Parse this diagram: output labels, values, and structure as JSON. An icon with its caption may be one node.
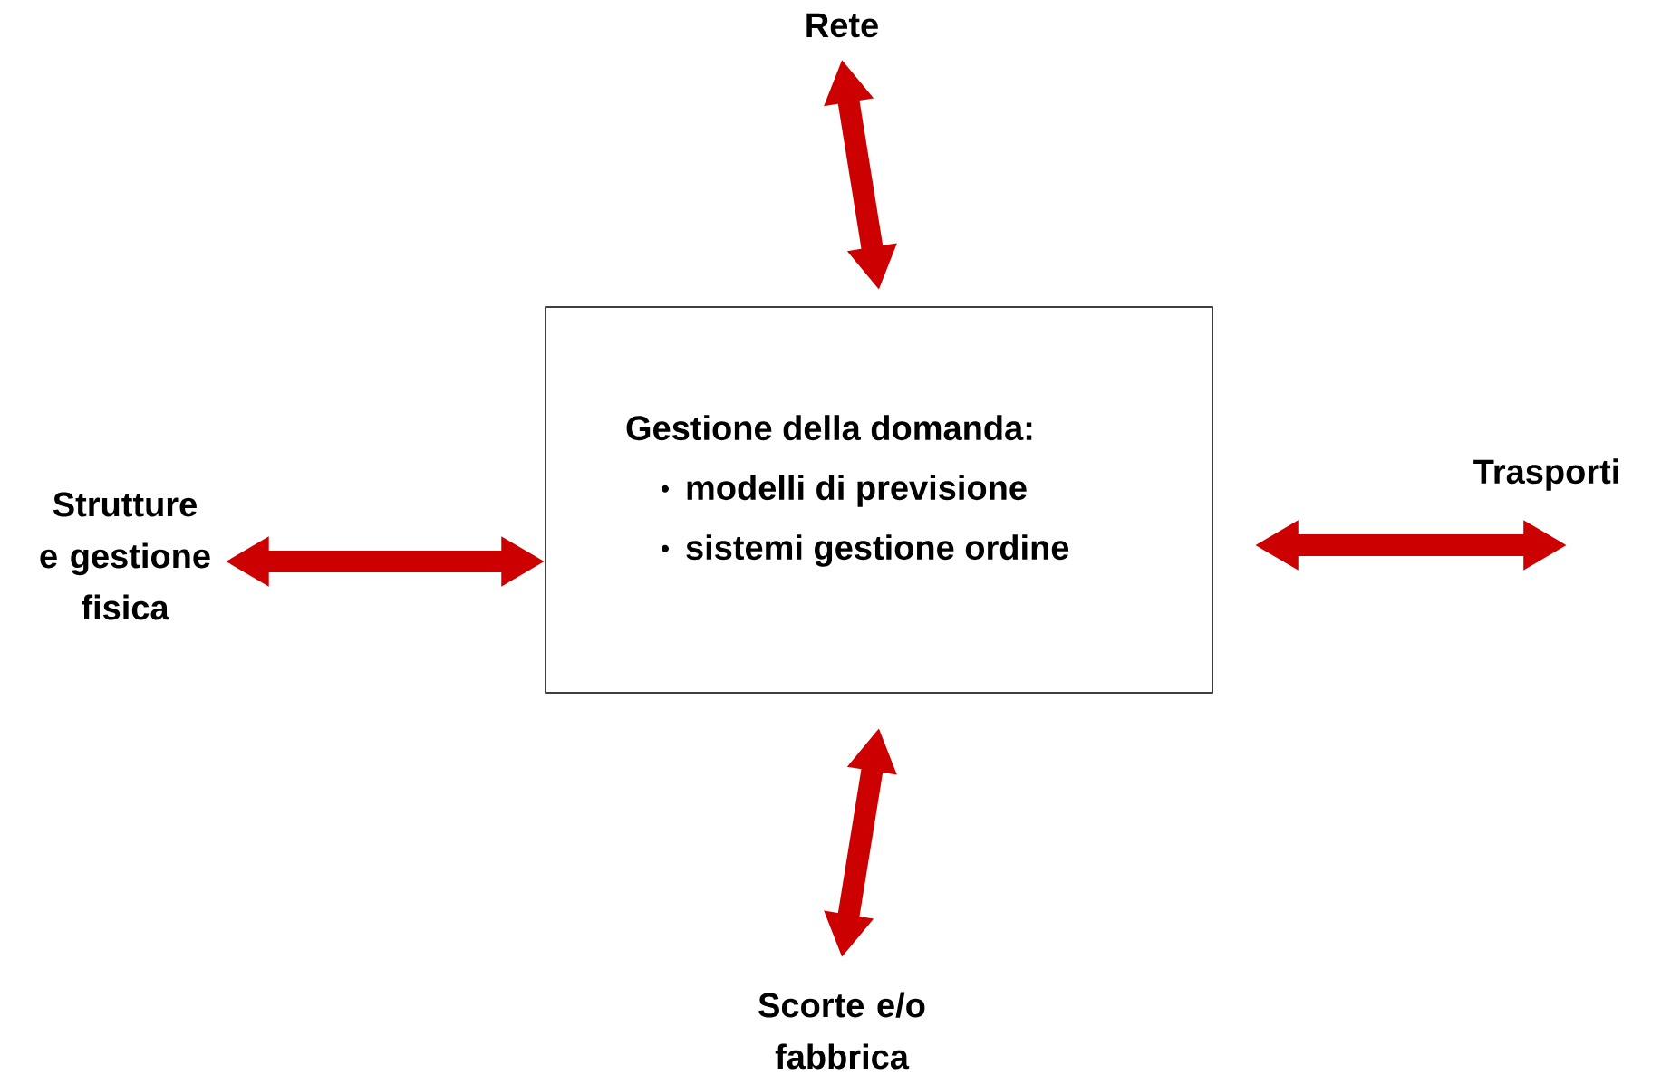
{
  "diagram": {
    "nodes": [
      {
        "text": [
          "Gestione della domanda:",
          "modelli di previsione",
          "sistemi gestione ordine"
        ]
      },
      {
        "text": [
          "Rete"
        ]
      },
      {
        "text": [
          "Strutture e gestione fisica"
        ]
      },
      {
        "text": [
          "Trasporti"
        ]
      },
      {
        "text": [
          "Scorte e/o fabbrica"
        ]
      }
    ],
    "edges": [
      {
        "from": 0,
        "to": 1,
        "arrow": "both"
      },
      {
        "from": 0,
        "to": 2,
        "arrow": "both"
      },
      {
        "from": 0,
        "to": 3,
        "arrow": "both"
      },
      {
        "from": 0,
        "to": 4,
        "arrow": "both"
      }
    ]
  }
}
